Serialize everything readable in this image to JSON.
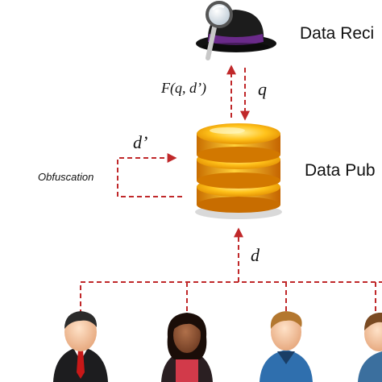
{
  "labels": {
    "recipient": "Data Reci",
    "publisher": "Data Pub",
    "query_fn": "F(q, d’)",
    "query": "q",
    "obfuscated": "d’",
    "obfuscation": "Obfuscation",
    "data": "d"
  },
  "icons": {
    "recipient": "black-hat-magnifier-icon",
    "publisher": "gold-database-icon",
    "persons": [
      "businessman-red-tie-icon",
      "woman-avatar-icon",
      "man-blue-shirt-icon",
      "person-partial-icon"
    ]
  },
  "colors": {
    "arrow": "#c0282a",
    "database": "#f2a400",
    "hat_band": "#6a2a8a"
  }
}
